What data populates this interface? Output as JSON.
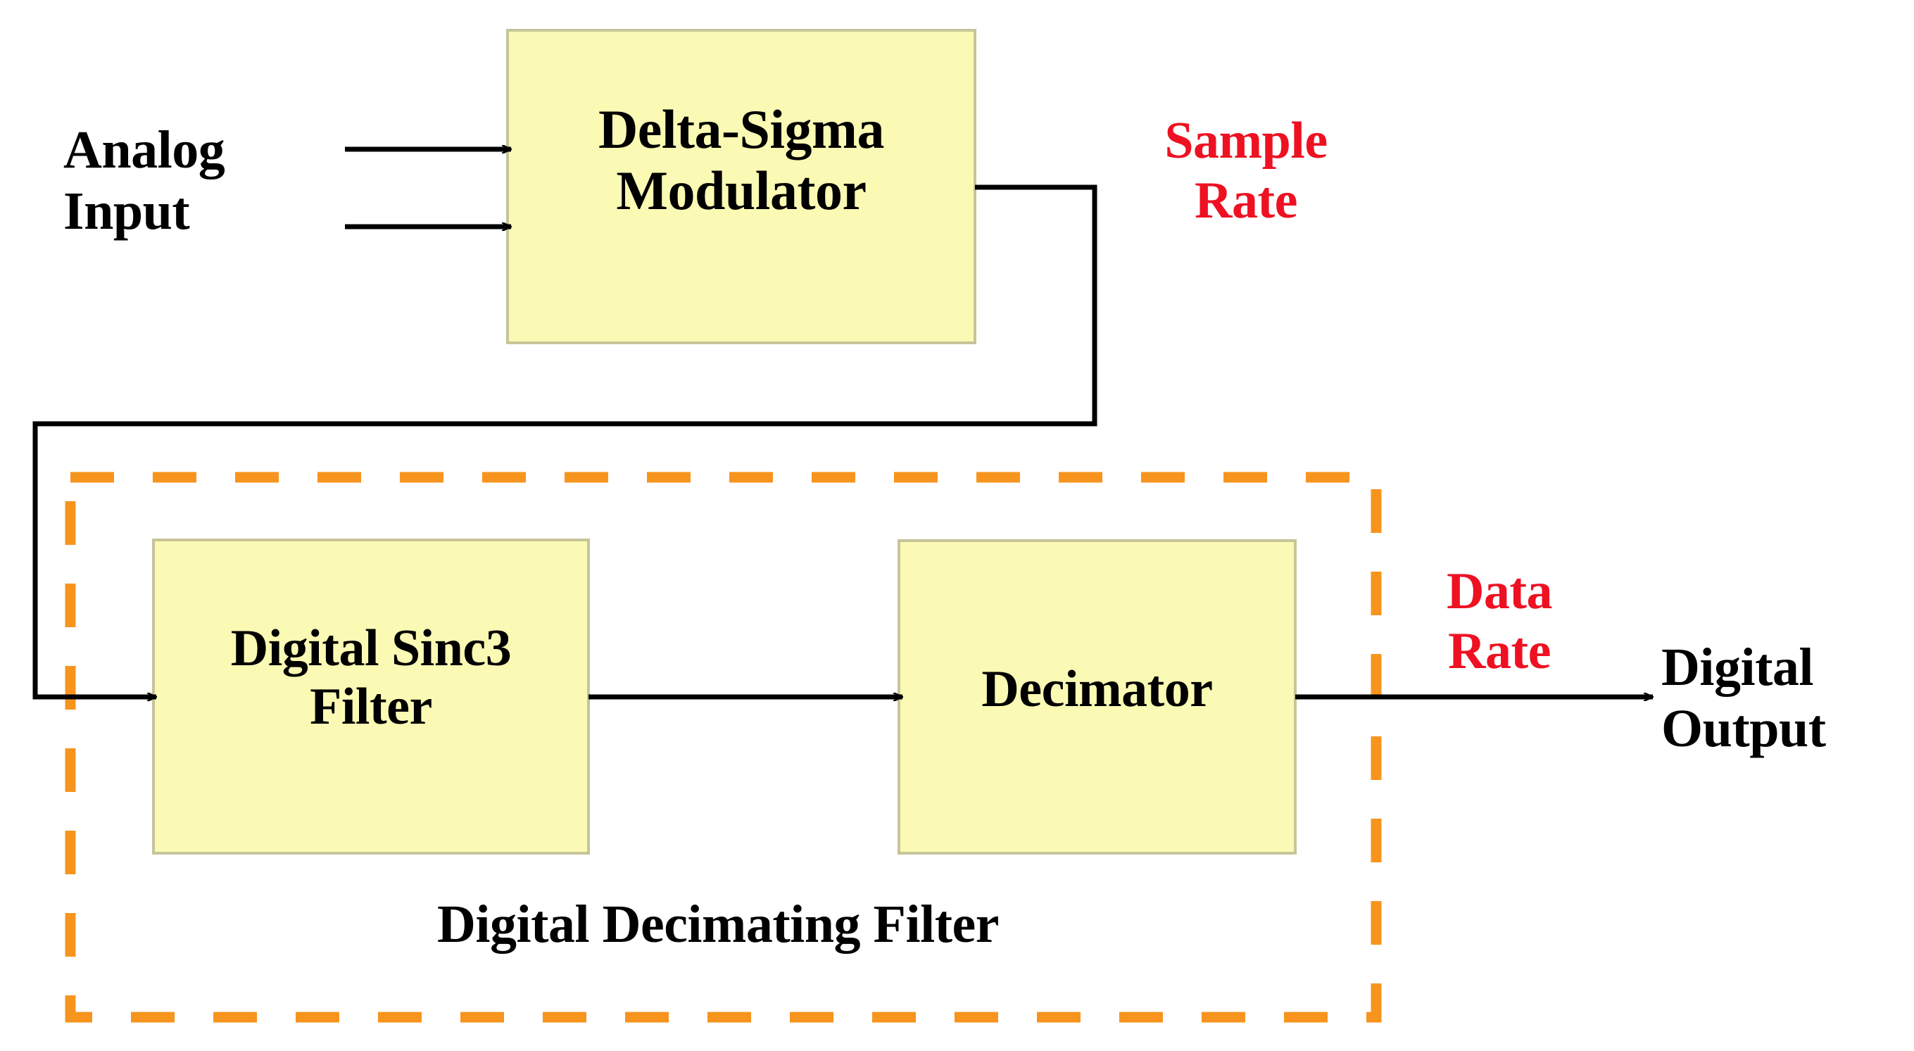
{
  "diagram": {
    "title": "Delta-Sigma ADC with Digital Decimating Filter block diagram",
    "background_color": "#ffffff",
    "block_fill_color": "#fafab4",
    "block_border_color": "#bdb76b",
    "line_color": "#000000",
    "dashed_group_color": "#f7941e",
    "accent_text_color": "#ee1122"
  },
  "blocks": {
    "modulator": {
      "label": "Delta-Sigma\nModulator"
    },
    "sinc3_filter": {
      "label": "Digital Sinc3\nFilter"
    },
    "decimator": {
      "label": "Decimator"
    }
  },
  "labels": {
    "analog_input": "Analog\nInput",
    "sample_rate": "Sample\nRate",
    "data_rate": "Data\nRate",
    "digital_output": "Digital\nOutput",
    "group_caption": "Digital Decimating Filter"
  }
}
